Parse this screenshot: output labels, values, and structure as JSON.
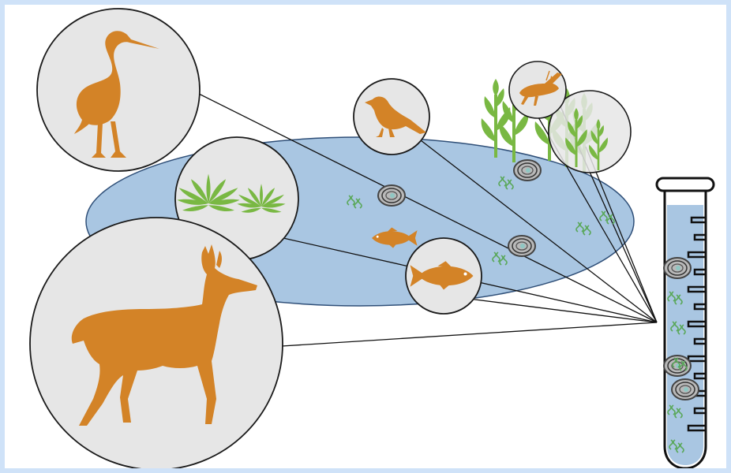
{
  "colors": {
    "page_border": "#cfe2f8",
    "background": "#ffffff",
    "pond_fill": "#a9c6e2",
    "pond_stroke": "#2f4f78",
    "animal": "#d38327",
    "plant": "#79b843",
    "bubble_fill": "#e6e6e6",
    "bubble_stroke": "#1a1a1a",
    "dna": "#5aa85a",
    "sediment": "#555555"
  },
  "scene": {
    "subjects": [
      {
        "name": "heron-bubble",
        "icon": "heron-icon"
      },
      {
        "name": "aquatic-plant-bubble",
        "icon": "aquatic-plant-icon"
      },
      {
        "name": "deer-bubble",
        "icon": "deer-icon"
      },
      {
        "name": "bird-bubble",
        "icon": "songbird-icon"
      },
      {
        "name": "grasshopper-bubble",
        "icon": "grasshopper-icon"
      },
      {
        "name": "reed-bubble",
        "icon": "reed-plant-icon"
      },
      {
        "name": "fish-bubble",
        "icon": "fish-icon"
      }
    ],
    "sample": {
      "icon": "test-tube-icon"
    }
  }
}
